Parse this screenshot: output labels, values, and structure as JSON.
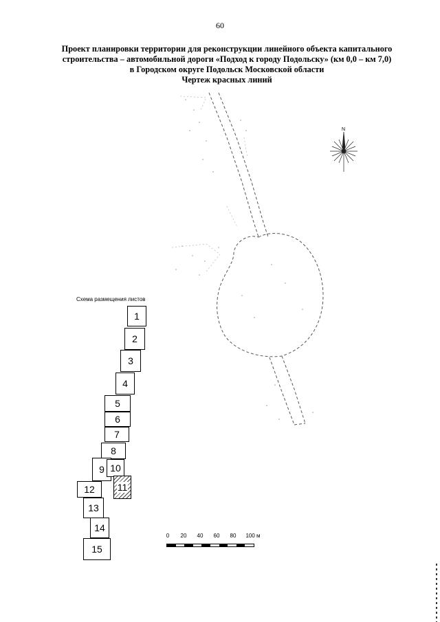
{
  "page_number": "60",
  "title": {
    "line1": "Проект планировки территории для реконструкции линейного объекта капитального",
    "line2": "строительства – автомобильной дороги «Подход к городу Подольску» (км 0,0 – км 7,0)",
    "line3": "в Городском округе Подольск Московской области",
    "line4": "Чертеж красных линий"
  },
  "compass": {
    "label": "N"
  },
  "scheme": {
    "caption": "Схема размещения листов",
    "sheets": [
      {
        "label": "1",
        "hatched": false
      },
      {
        "label": "2",
        "hatched": false
      },
      {
        "label": "3",
        "hatched": false
      },
      {
        "label": "4",
        "hatched": false
      },
      {
        "label": "5",
        "hatched": false
      },
      {
        "label": "6",
        "hatched": false
      },
      {
        "label": "7",
        "hatched": false
      },
      {
        "label": "8",
        "hatched": false
      },
      {
        "label": "9",
        "hatched": false
      },
      {
        "label": "10",
        "hatched": false
      },
      {
        "label": "11",
        "hatched": true
      },
      {
        "label": "12",
        "hatched": false
      },
      {
        "label": "13",
        "hatched": false
      },
      {
        "label": "14",
        "hatched": false
      },
      {
        "label": "15",
        "hatched": false
      }
    ]
  },
  "scale": {
    "ticks": [
      "0",
      "20",
      "40",
      "60",
      "80"
    ],
    "last_tick": "100 м"
  }
}
